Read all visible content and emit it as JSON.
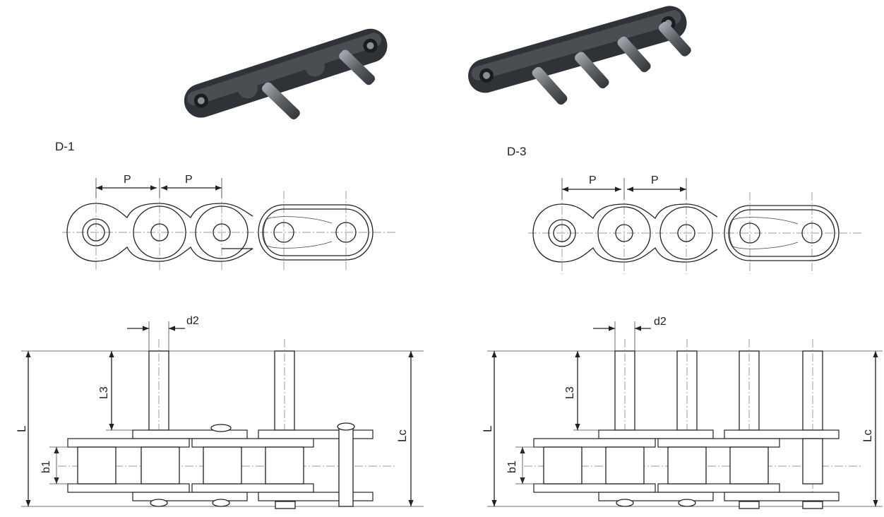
{
  "figures": [
    {
      "label": "D-1",
      "dims": {
        "pitch": "P",
        "pin_diameter": "d2",
        "overall_length": "L",
        "extension_length": "L3",
        "inner_width": "b1",
        "connecting_length": "Lc"
      }
    },
    {
      "label": "D-3",
      "dims": {
        "pitch": "P",
        "pin_diameter": "d2",
        "overall_length": "L",
        "extension_length": "L3",
        "inner_width": "b1",
        "connecting_length": "Lc"
      }
    }
  ]
}
